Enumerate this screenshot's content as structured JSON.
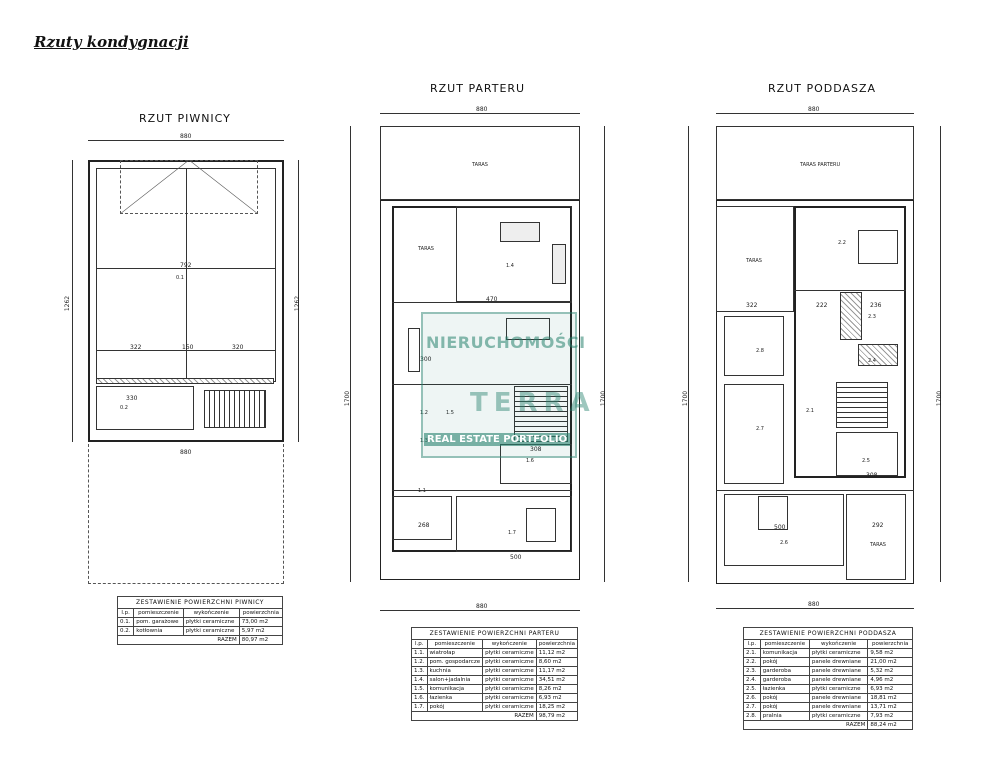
{
  "heading": "Rzuty kondygnacji",
  "plans": {
    "piwnica": {
      "title": "RZUT PIWNICY",
      "dim_top": "880",
      "dim_bottom": "880",
      "dim_side": "1262",
      "rooms": [
        "0.1",
        "0.2"
      ],
      "dims": [
        "792",
        "322",
        "150",
        "320",
        "330"
      ]
    },
    "parter": {
      "title": "RZUT PARTERU",
      "dim_top": "880",
      "dim_bottom": "880",
      "dim_side": "1700",
      "rooms": [
        "1.1",
        "1.2",
        "1.3",
        "1.4",
        "1.5",
        "1.6",
        "1.7"
      ],
      "labels": [
        "TARAS",
        "TARAS"
      ],
      "dims": [
        "470",
        "300",
        "268",
        "500",
        "308"
      ]
    },
    "poddasze": {
      "title": "RZUT PODDASZA",
      "dim_top": "880",
      "dim_bottom": "880",
      "dim_side": "1700",
      "rooms": [
        "2.1",
        "2.2",
        "2.3",
        "2.4",
        "2.5",
        "2.6",
        "2.7",
        "2.8"
      ],
      "labels": [
        "TARAS PARTERU",
        "TARAS",
        "TARAS"
      ],
      "dims": [
        "322",
        "222",
        "236",
        "500",
        "292",
        "308"
      ]
    }
  },
  "tables": {
    "piwnica": {
      "title": "ZESTAWIENIE POWIERZCHNI PIWNICY",
      "headers": [
        "l.p.",
        "pomieszczenie",
        "wykończenie",
        "powierzchnia"
      ],
      "rows": [
        [
          "0.1.",
          "pom. garażowe",
          "płytki ceramiczne",
          "73,00 m2"
        ],
        [
          "0.2.",
          "kotłownia",
          "płytki ceramiczne",
          "5,97 m2"
        ]
      ],
      "total_label": "RAZEM",
      "total": "80,97 m2"
    },
    "parter": {
      "title": "ZESTAWIENIE POWIERZCHNI PARTERU",
      "headers": [
        "l.p.",
        "pomieszczenie",
        "wykończenie",
        "powierzchnia"
      ],
      "rows": [
        [
          "1.1.",
          "wiatrołap",
          "płytki ceramiczne",
          "11,12 m2"
        ],
        [
          "1.2.",
          "pom. gospodarcze",
          "płytki ceramiczne",
          "8,60 m2"
        ],
        [
          "1.3.",
          "kuchnia",
          "płytki ceramiczne",
          "11,17 m2"
        ],
        [
          "1.4.",
          "salon+jadalnia",
          "płytki ceramiczne",
          "34,51 m2"
        ],
        [
          "1.5.",
          "komunikacja",
          "płytki ceramiczne",
          "8,26 m2"
        ],
        [
          "1.6.",
          "łazienka",
          "płytki ceramiczne",
          "6,93 m2"
        ],
        [
          "1.7.",
          "pokój",
          "płytki ceramiczne",
          "18,25 m2"
        ]
      ],
      "total_label": "RAZEM",
      "total": "98,79 m2"
    },
    "poddasze": {
      "title": "ZESTAWIENIE POWIERZCHNI PODDASZA",
      "headers": [
        "l.p.",
        "pomieszczenie",
        "wykończenie",
        "powierzchnia"
      ],
      "rows": [
        [
          "2.1.",
          "komunikacja",
          "płytki ceramiczne",
          "9,58 m2"
        ],
        [
          "2.2.",
          "pokój",
          "panele drewniane",
          "21,00 m2"
        ],
        [
          "2.3.",
          "garderoba",
          "panele drewniane",
          "5,32 m2"
        ],
        [
          "2.4.",
          "garderoba",
          "panele drewniane",
          "4,96 m2"
        ],
        [
          "2.5.",
          "łazienka",
          "płytki ceramiczne",
          "6,93 m2"
        ],
        [
          "2.6.",
          "pokój",
          "panele drewniane",
          "18,81 m2"
        ],
        [
          "2.7.",
          "pokój",
          "panele drewniane",
          "13,71 m2"
        ],
        [
          "2.8.",
          "pralnia",
          "płytki ceramiczne",
          "7,93 m2"
        ]
      ],
      "total_label": "RAZEM",
      "total": "88,24 m2"
    }
  },
  "watermark": {
    "line1": "NIERUCHOMOŚCI",
    "line2": "TERRA",
    "line3": "REAL ESTATE PORTFOLIO"
  }
}
